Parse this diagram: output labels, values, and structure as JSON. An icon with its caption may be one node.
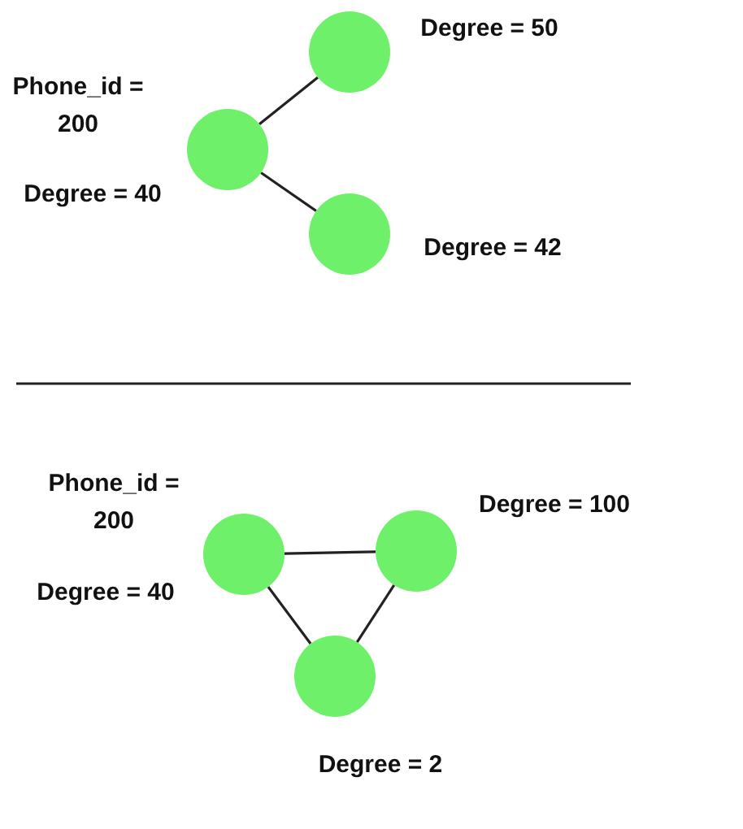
{
  "diagram": {
    "nodes": [
      {
        "text": [],
        "shape": "circle",
        "beside": [
          "Phone_id = 200",
          "Degree = 40"
        ]
      },
      {
        "text": [],
        "shape": "circle",
        "beside": [
          "Degree = 50"
        ]
      },
      {
        "text": [],
        "shape": "circle",
        "beside": [
          "Degree = 42"
        ]
      },
      {
        "text": [],
        "shape": "circle",
        "beside": [
          "Phone_id = 200",
          "Degree = 40"
        ]
      },
      {
        "text": [],
        "shape": "circle",
        "beside": [
          "Degree = 100"
        ]
      },
      {
        "text": [],
        "shape": "circle",
        "beside": [
          "Degree = 2"
        ]
      }
    ],
    "edges": [
      {
        "from": 0,
        "to": 1,
        "arrow": "none"
      },
      {
        "from": 0,
        "to": 2,
        "arrow": "none"
      },
      {
        "from": 3,
        "to": 4,
        "arrow": "none"
      },
      {
        "from": 3,
        "to": 5,
        "arrow": "none"
      },
      {
        "from": 4,
        "to": 5,
        "arrow": "none"
      }
    ]
  }
}
